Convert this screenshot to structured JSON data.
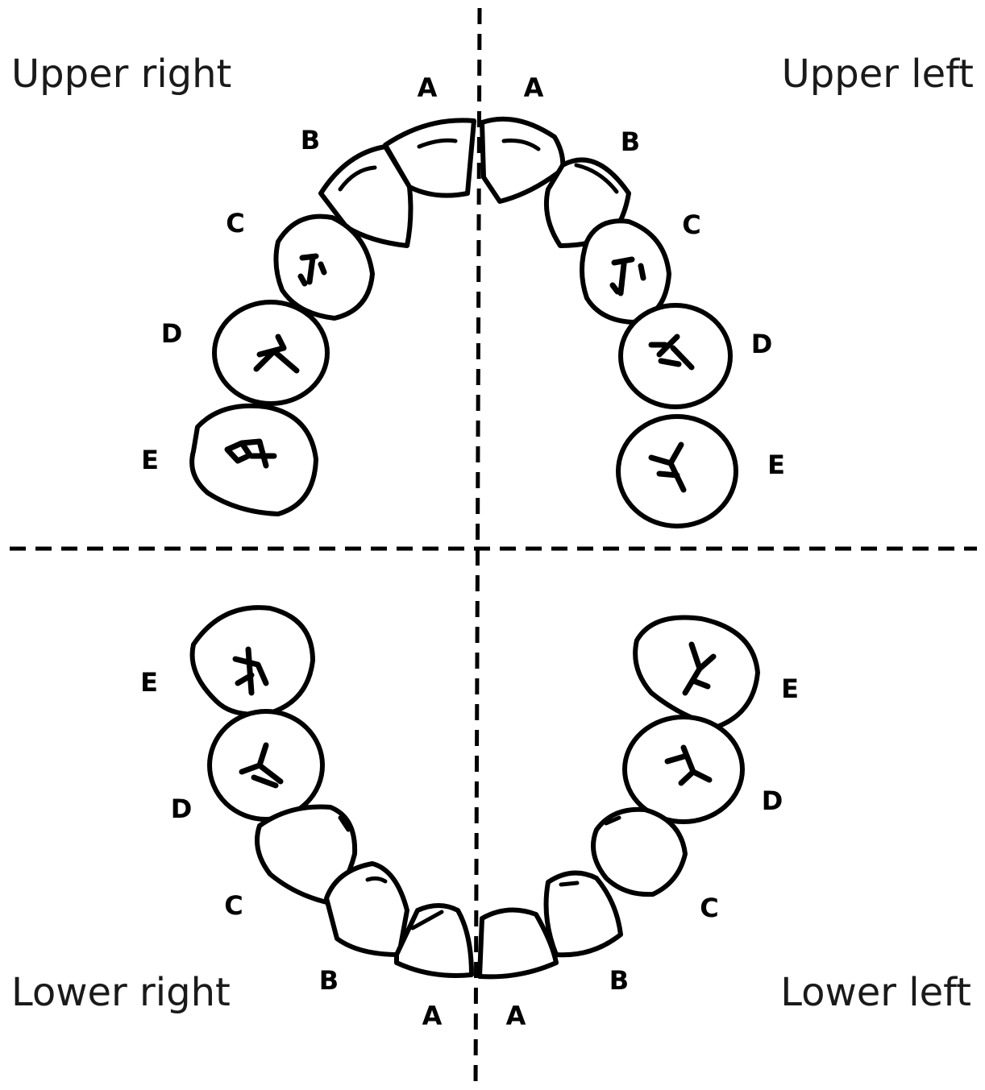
{
  "quadrants": {
    "upper_right": "Upper right",
    "upper_left": "Upper left",
    "lower_right": "Lower right",
    "lower_left": "Lower left"
  },
  "tooth_letters": {
    "upper_right": [
      "A",
      "B",
      "C",
      "D",
      "E"
    ],
    "upper_left": [
      "A",
      "B",
      "C",
      "D",
      "E"
    ],
    "lower_right": [
      "A",
      "B",
      "C",
      "D",
      "E"
    ],
    "lower_left": [
      "A",
      "B",
      "C",
      "D",
      "E"
    ]
  },
  "colors": {
    "ink": "#000000",
    "background": "#ffffff"
  }
}
